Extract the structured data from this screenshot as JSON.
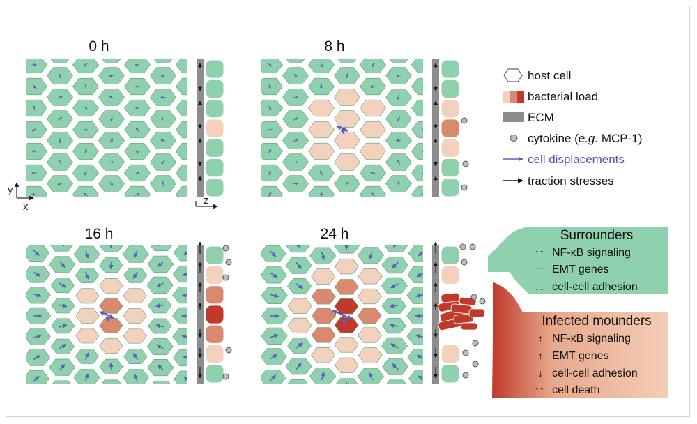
{
  "panels": [
    {
      "id": "p0",
      "time": "0 h",
      "stage": 0
    },
    {
      "id": "p8",
      "time": "8 h",
      "stage": 1
    },
    {
      "id": "p16",
      "time": "16 h",
      "stage": 2
    },
    {
      "id": "p24",
      "time": "24 h",
      "stage": 3
    }
  ],
  "axes": {
    "y": "y",
    "x": "x",
    "z": "z"
  },
  "legend": {
    "host_cell": "host cell",
    "bacterial_load": "bacterial load",
    "ecm": "ECM",
    "cytokine_pre": "cytokine (",
    "cytokine_eg": "e.g.",
    "cytokine_post": " MCP-1)",
    "cell_displacements": "cell displacements",
    "traction_stresses": "traction stresses"
  },
  "surrounders": {
    "title": "Surrounders",
    "items": [
      {
        "arrow": "↑↑",
        "text": "NF-κB signaling"
      },
      {
        "arrow": "↑↑",
        "text": "EMT genes"
      },
      {
        "arrow": "↓↓",
        "text": "cell-cell adhesion"
      }
    ]
  },
  "mounders": {
    "title": "Infected mounders",
    "items": [
      {
        "arrow": "↑",
        "text": "NF-κB signaling"
      },
      {
        "arrow": "↑",
        "text": "EMT genes"
      },
      {
        "arrow": "↓",
        "text": "cell-cell adhesion"
      },
      {
        "arrow": "↑↑",
        "text": "cell death"
      }
    ]
  },
  "colors": {
    "host": "#8fd0ae",
    "host_stroke": "#5e9a7c",
    "load_low": "#f2d2bd",
    "load_mid": "#d98a6e",
    "load_high": "#c0392b",
    "ecm": "#8d8d8d",
    "displacement": "#5a5fc0",
    "traction": "#111111",
    "cytokine": "#9a9a9a"
  }
}
